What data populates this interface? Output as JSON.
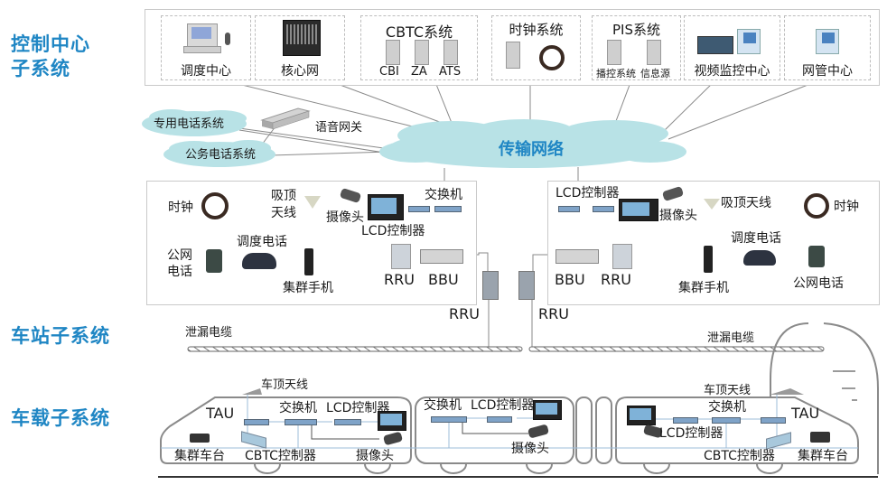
{
  "sections": {
    "control_center": [
      "控制中心",
      "子系统"
    ],
    "station": "车站子系统",
    "vehicle": "车载子系统"
  },
  "control_center": {
    "dispatch": "调度中心",
    "core_network": "核心网",
    "cbtc": {
      "title": "CBTC系统",
      "items": [
        "CBI",
        "ZA",
        "ATS"
      ]
    },
    "clock": {
      "title": "时钟系统"
    },
    "pis": {
      "title": "PIS系统",
      "items": [
        "播控系统",
        "信息源"
      ]
    },
    "video": "视频监控中心",
    "nms": "网管中心"
  },
  "network": {
    "transport": "传输网络",
    "private_phone": "专用电话系统",
    "public_phone": "公务电话系统",
    "voice_gateway": "语音网关"
  },
  "station_left": {
    "clock": "时钟",
    "ceiling_antenna": [
      "吸顶",
      "天线"
    ],
    "camera": "摄像头",
    "switch": "交换机",
    "lcd": "LCD控制器",
    "public_phone": [
      "公网",
      "电话"
    ],
    "dispatch_phone": "调度电话",
    "trunk_handset": "集群手机",
    "rru": "RRU",
    "bbu": "BBU"
  },
  "station_right": {
    "lcd": "LCD控制器",
    "camera": "摄像头",
    "ceiling_antenna": "吸顶天线",
    "clock": "时钟",
    "dispatch_phone": "调度电话",
    "trunk_handset": "集群手机",
    "public_phone": "公网电话",
    "bbu": "BBU",
    "rru": "RRU"
  },
  "trackside": {
    "rru_left": "RRU",
    "rru_right": "RRU",
    "leaky_cable_left": "泄漏电缆",
    "leaky_cable_right": "泄漏电缆"
  },
  "train_left": {
    "roof_antenna": "车顶天线",
    "tau": "TAU",
    "switch": "交换机",
    "lcd": "LCD控制器",
    "trunk_radio": "集群车台",
    "cbtc": "CBTC控制器",
    "camera": "摄像头"
  },
  "train_mid": {
    "switch": "交换机",
    "lcd": "LCD控制器",
    "camera": "摄像头"
  },
  "train_right": {
    "roof_antenna": "车顶天线",
    "switch": "交换机",
    "tau": "TAU",
    "lcd": "LCD控制器",
    "cbtc": "CBTC控制器",
    "trunk_radio": "集群车台"
  },
  "colors": {
    "section_title": "#1f86c4",
    "cloud": "#b8e2e6",
    "cloud_text": "#1f86c4",
    "line": "#8a8a8a",
    "train_line": "#9dbcd8"
  }
}
